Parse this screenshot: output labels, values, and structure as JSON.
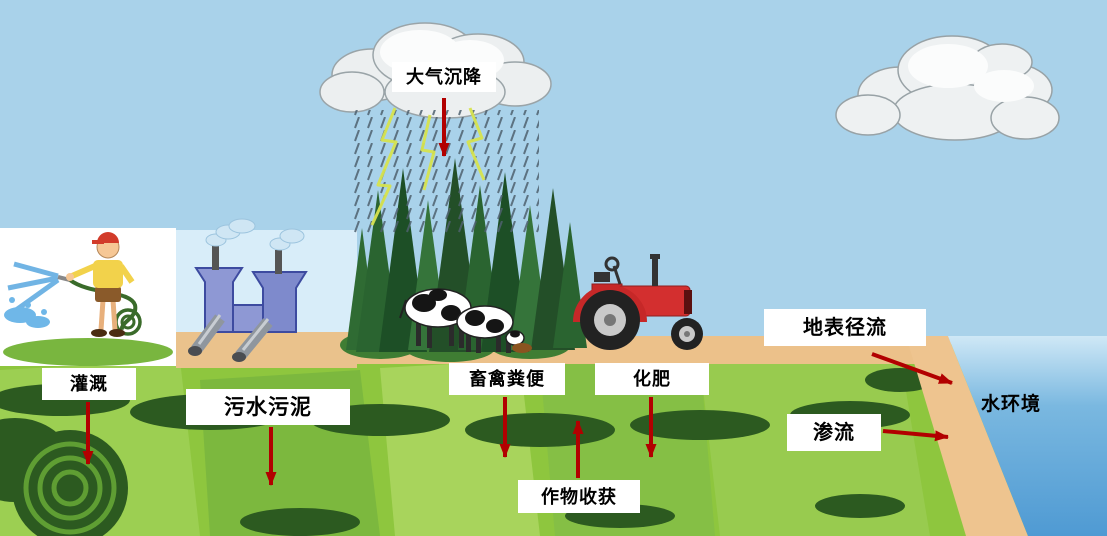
{
  "labels": {
    "atmospheric_deposition": "大气沉降",
    "irrigation": "灌溉",
    "sewage_sludge": "污水污泥",
    "livestock_manure": "畜禽粪便",
    "fertilizer": "化肥",
    "crop_harvest": "作物收获",
    "surface_runoff": "地表径流",
    "seepage": "渗流",
    "water_environment": "水环境"
  },
  "colors": {
    "arrow": "#b20000",
    "label_bg": "#ffffff",
    "label_text": "#000000",
    "sky": "#a9d2ea",
    "water": "#4f9ad3",
    "field": "#8ec63e",
    "sand": "#eec48f",
    "soil": "#ecc18a",
    "forest": "#24542a"
  }
}
